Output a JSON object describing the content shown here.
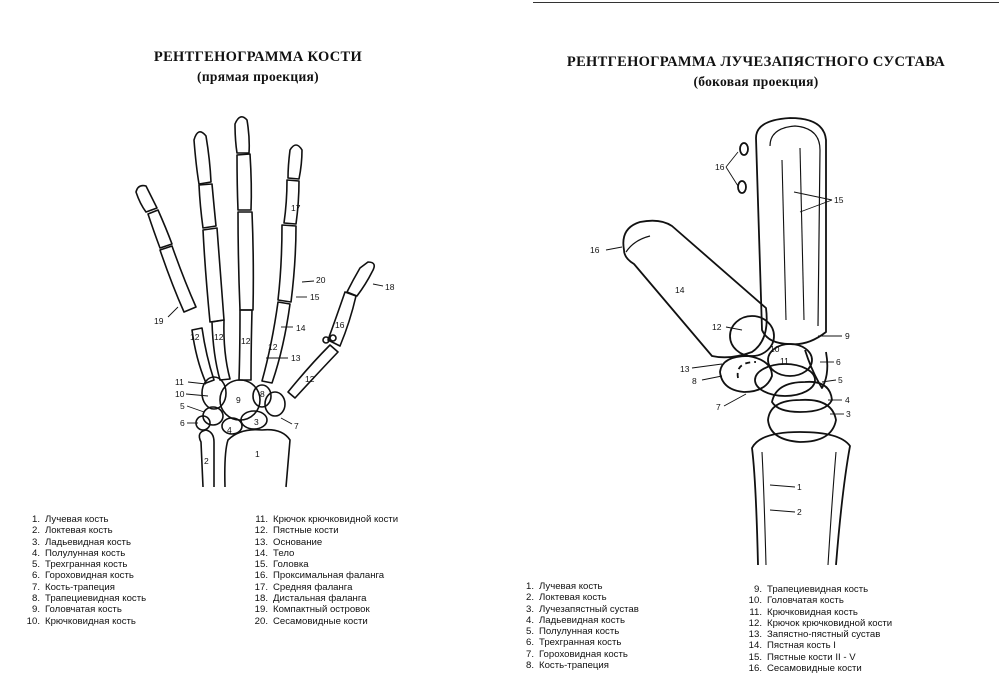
{
  "left": {
    "title": "РЕНТГЕНОГРАММА КОСТИ",
    "subtitle": "(прямая проекция)",
    "callouts": [
      "17",
      "20",
      "18",
      "15",
      "19",
      "16",
      "14",
      "12",
      "12",
      "12",
      "12",
      "13",
      "12",
      "11",
      "10",
      "9",
      "8",
      "5",
      "6",
      "4",
      "3",
      "7",
      "2",
      "1"
    ],
    "legend_col1": [
      {
        "n": "1.",
        "label": "Лучевая кость"
      },
      {
        "n": "2.",
        "label": "Локтевая кость"
      },
      {
        "n": "3.",
        "label": "Ладьевидная кость"
      },
      {
        "n": "4.",
        "label": "Полулунная кость"
      },
      {
        "n": "5.",
        "label": "Трехгранная кость"
      },
      {
        "n": "6.",
        "label": "Гороховидная кость"
      },
      {
        "n": "7.",
        "label": "Кость-трапеция"
      },
      {
        "n": "8.",
        "label": "Трапециевидная кость"
      },
      {
        "n": "9.",
        "label": "Головчатая кость"
      },
      {
        "n": "10.",
        "label": "Крючковидная кость"
      }
    ],
    "legend_col2": [
      {
        "n": "11.",
        "label": "Крючок крючковидной кости"
      },
      {
        "n": "12.",
        "label": "Пястные кости"
      },
      {
        "n": "13.",
        "label": "Основание"
      },
      {
        "n": "14.",
        "label": "Тело"
      },
      {
        "n": "15.",
        "label": "Головка"
      },
      {
        "n": "16.",
        "label": "Проксимальная фаланга"
      },
      {
        "n": "17.",
        "label": "Средняя фаланга"
      },
      {
        "n": "18.",
        "label": "Дистальная фаланга"
      },
      {
        "n": "19.",
        "label": "Компактный островок"
      },
      {
        "n": "20.",
        "label": "Сесамовидные кости"
      }
    ]
  },
  "right": {
    "title": "РЕНТГЕНОГРАММА ЛУЧЕЗАПЯСТНОГО СУСТАВА",
    "subtitle": "(боковая проекция)",
    "callouts": [
      "16",
      "15",
      "16",
      "14",
      "12",
      "9",
      "10",
      "11",
      "6",
      "13",
      "8",
      "5",
      "7",
      "4",
      "3",
      "1",
      "2"
    ],
    "legend_col1": [
      {
        "n": "1.",
        "label": "Лучевая кость"
      },
      {
        "n": "2.",
        "label": "Локтевая кость"
      },
      {
        "n": "3.",
        "label": "Лучезапястный сустав"
      },
      {
        "n": "4.",
        "label": "Ладьевидная кость"
      },
      {
        "n": "5.",
        "label": "Полулунная кость"
      },
      {
        "n": "6.",
        "label": "Трехгранная кость"
      },
      {
        "n": "7.",
        "label": "Гороховидная кость"
      },
      {
        "n": "8.",
        "label": "Кость-трапеция"
      }
    ],
    "legend_col2": [
      {
        "n": "9.",
        "label": "Трапециевидная кость"
      },
      {
        "n": "10.",
        "label": "Головчатая кость"
      },
      {
        "n": "11.",
        "label": "Крючковидная кость"
      },
      {
        "n": "12.",
        "label": "Крючок крючковидной кости"
      },
      {
        "n": "13.",
        "label": "Запястно-пястный сустав"
      },
      {
        "n": "14.",
        "label": "Пястная кость I"
      },
      {
        "n": "15.",
        "label": "Пястные кости II - V"
      },
      {
        "n": "16.",
        "label": "Сесамовидные кости"
      }
    ]
  }
}
